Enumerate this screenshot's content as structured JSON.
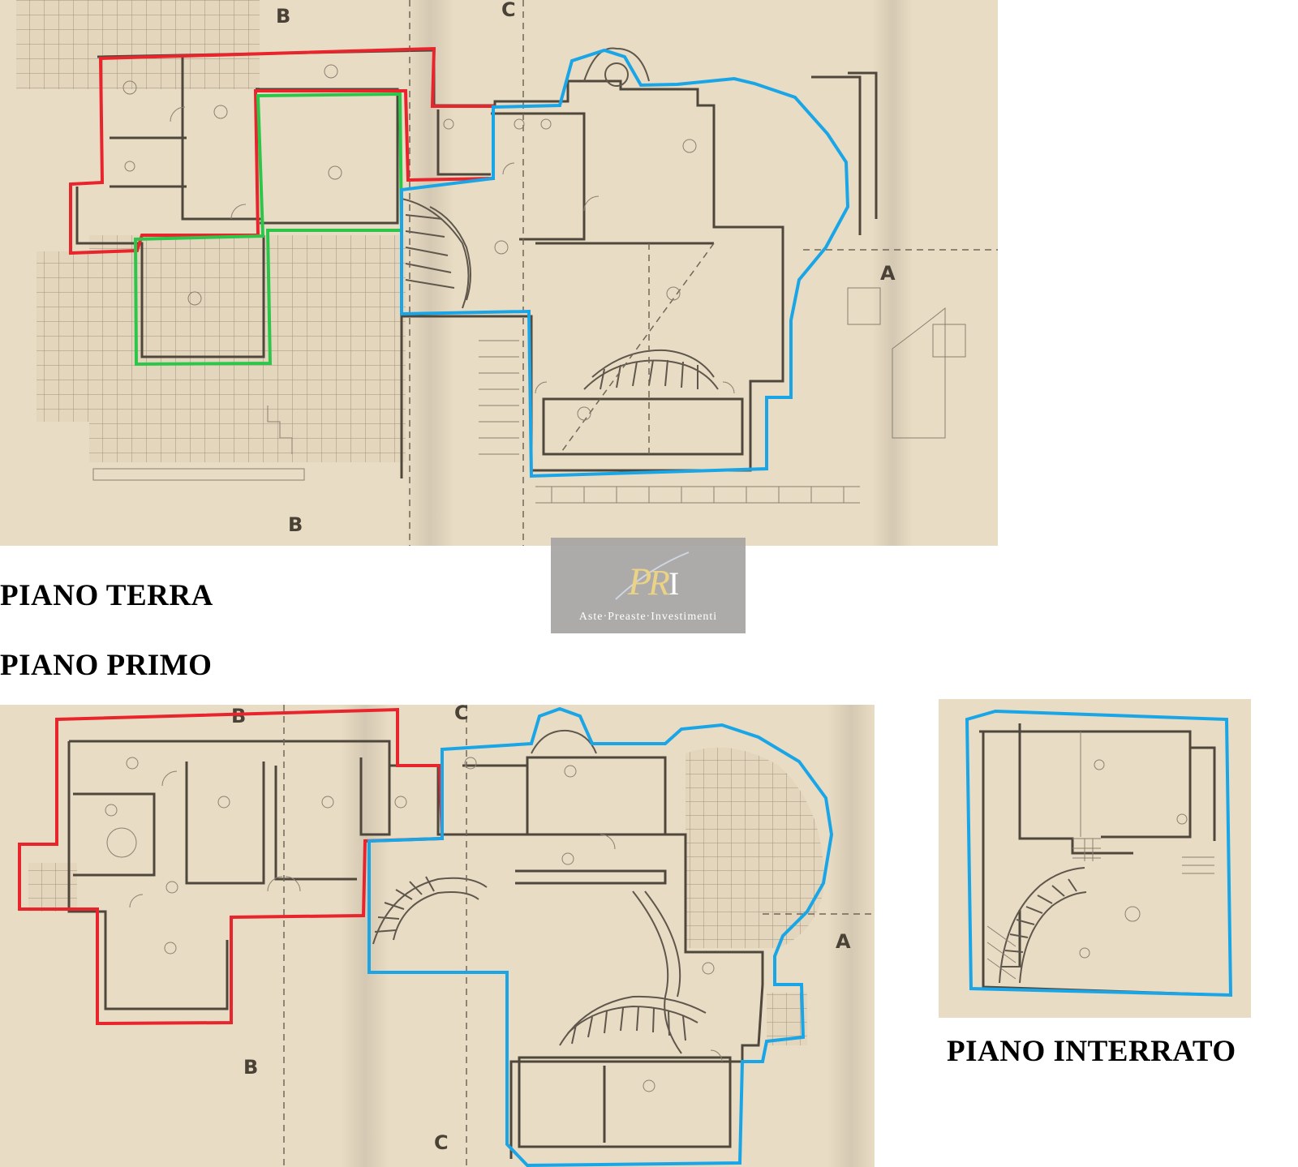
{
  "labels": {
    "ground_floor": "PIANO TERRA",
    "first_floor": "PIANO PRIMO",
    "basement": "PIANO INTERRATO"
  },
  "watermark": {
    "monogram": "PRI",
    "caption": "Aste·Preaste·Investimenti"
  },
  "colors": {
    "red_outline": "#e8242c",
    "green_outline": "#2cc64a",
    "blue_outline": "#1aa6e6",
    "paper": "#e9dcc4",
    "watermark_bg": "#a7a5a3",
    "watermark_gold": "#e9cf7d"
  }
}
